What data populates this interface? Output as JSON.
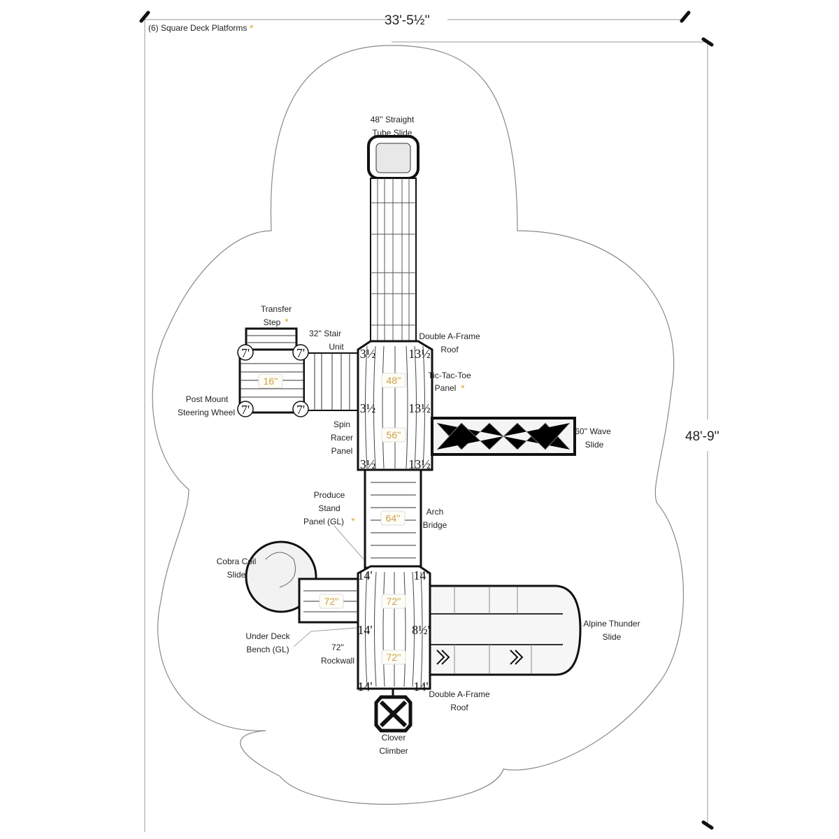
{
  "dimensions": {
    "width": "33'-5½''",
    "height": "48'-9''"
  },
  "legend": {
    "text": "(6) Square Deck Platforms",
    "marker": "*"
  },
  "accent_color": "#d9a830",
  "labels": {
    "tube_slide": [
      "48'' Straight",
      "Tube Slide"
    ],
    "transfer_step": [
      "Transfer",
      "Step"
    ],
    "stair_unit": [
      "32'' Stair",
      "Unit"
    ],
    "roof_top": [
      "Double A-Frame",
      "Roof"
    ],
    "tic_tac_toe": [
      "Tic-Tac-Toe",
      "Panel"
    ],
    "steering_wheel": [
      "Post Mount",
      "Steering Wheel"
    ],
    "spin_racer": [
      "Spin",
      "Racer",
      "Panel"
    ],
    "wave_slide": [
      "60'' Wave",
      "Slide"
    ],
    "produce_stand": [
      "Produce",
      "Stand",
      "Panel (GL)"
    ],
    "arch_bridge": [
      "Arch",
      "Bridge"
    ],
    "cobra_coil": [
      "Cobra Coil",
      "Slide"
    ],
    "alpine_thunder": [
      "Alpine Thunder",
      "Slide"
    ],
    "under_deck_bench": [
      "Under Deck",
      "Bench (GL)"
    ],
    "rockwall": [
      "72''",
      "Rockwall"
    ],
    "roof_bottom": [
      "Double A-Frame",
      "Roof"
    ],
    "clover_climber": [
      "Clover",
      "Climber"
    ]
  },
  "deck_heights": {
    "square_deck": "16''",
    "deck_upper": "48''",
    "deck_middle": "56''",
    "bridge": "64''",
    "slide_deck": "72''",
    "deck_lower_top": "72''",
    "deck_lower_bottom": "72''"
  },
  "posts": {
    "p7": "7'",
    "p3h": "3½",
    "p13h": "13½",
    "p14": "14'",
    "p8h": "8½'"
  }
}
